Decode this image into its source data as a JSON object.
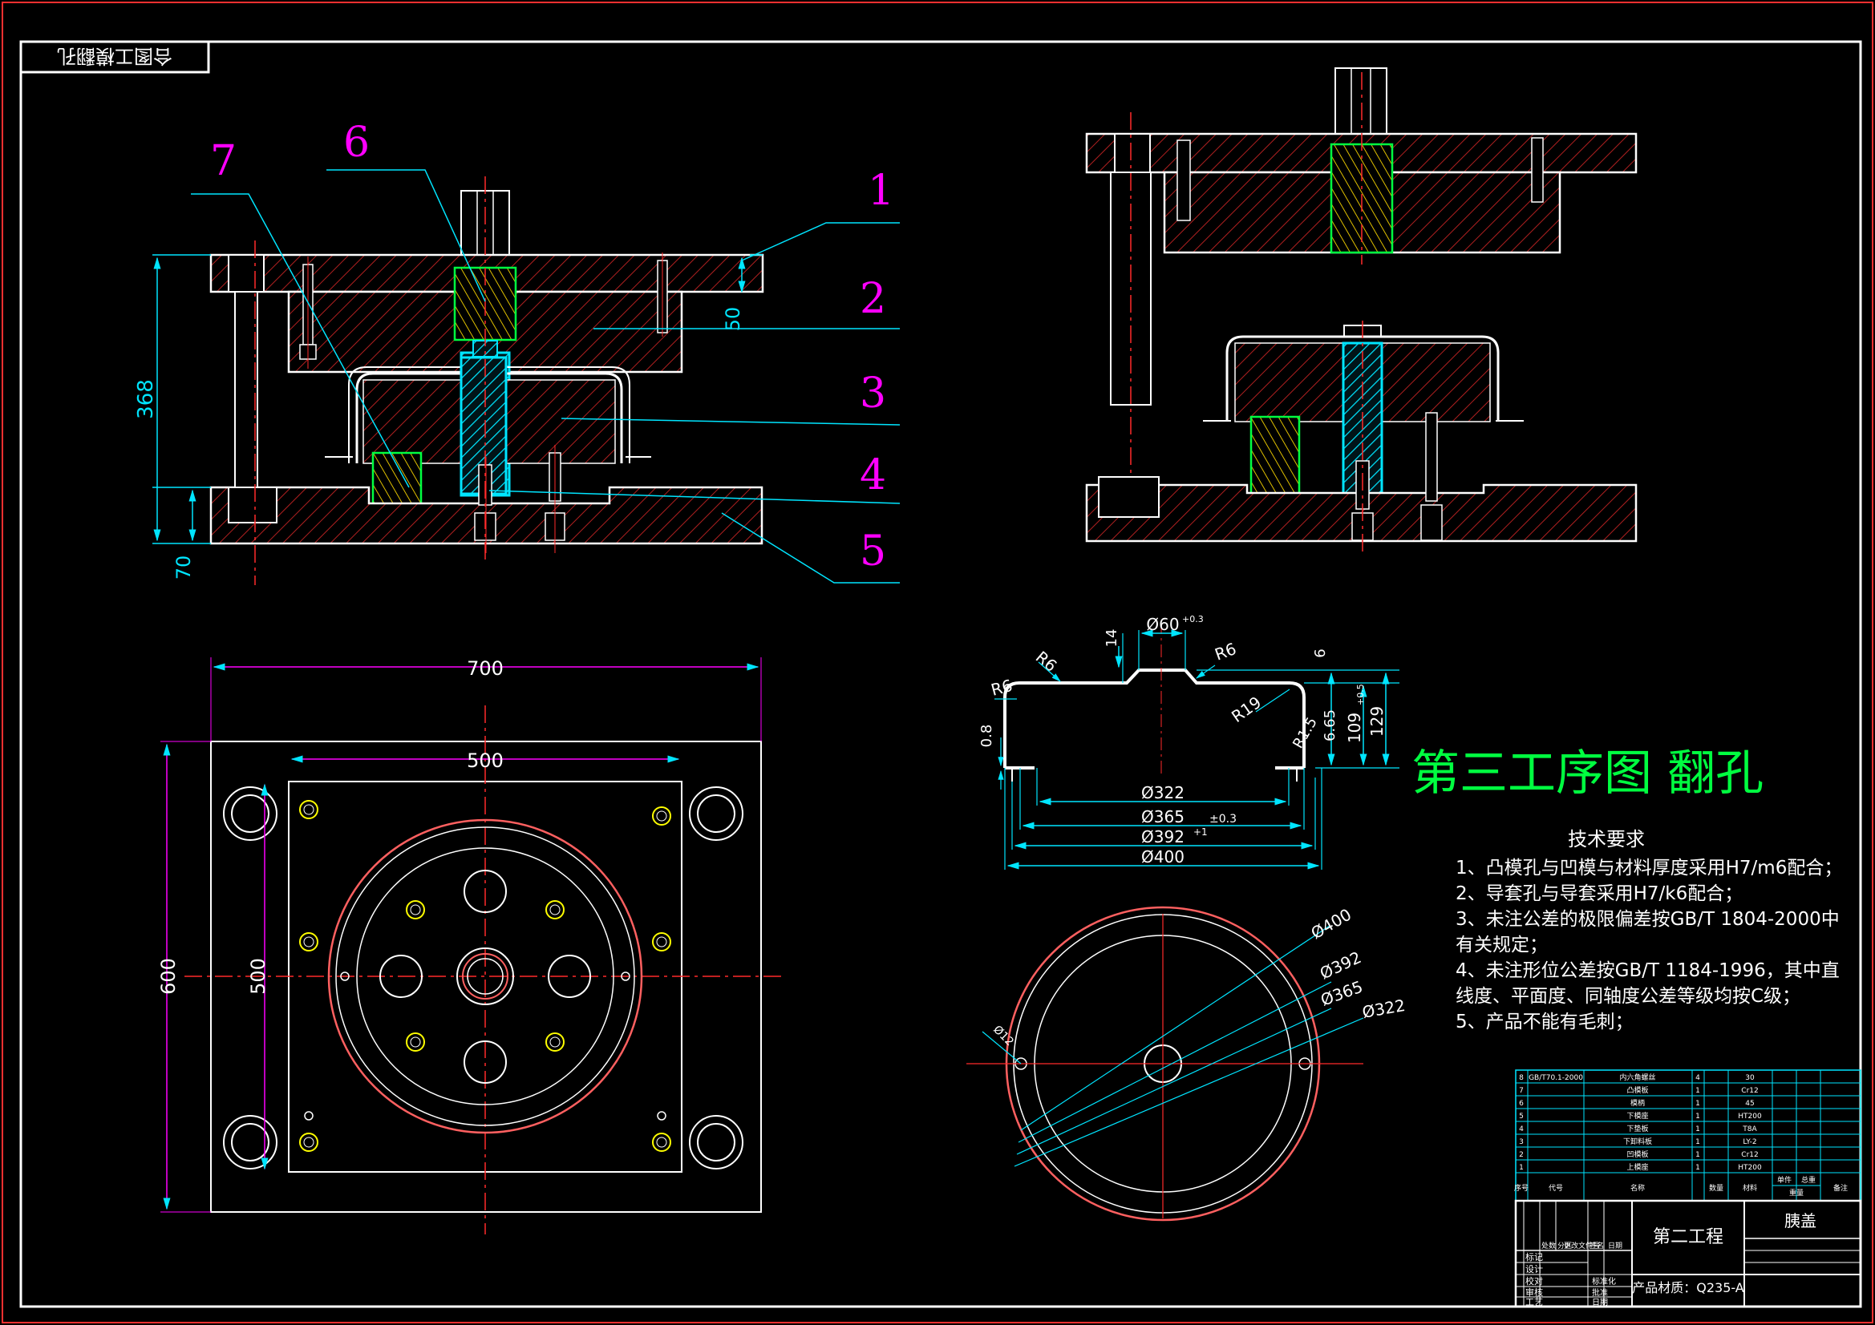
{
  "colors": {
    "background": "#000000",
    "line": "#ffffff",
    "dimension": "#00e5ff",
    "callout": "#ff00ff",
    "center": "#ff2a2a",
    "green": "#00ff40",
    "yellow": "#ffff00",
    "hatch": "#ff3030",
    "part_red": "#ff6060"
  },
  "drawing": {
    "corner_label": "合图工模翻孔",
    "title": "第三工序图 翻孔"
  },
  "front_view": {
    "callouts": [
      "1",
      "2",
      "3",
      "4",
      "5",
      "6",
      "7"
    ],
    "dim_height": "368",
    "dim_top_plate": "50",
    "dim_bottom_plate": "70"
  },
  "plan_view": {
    "dim_width_outer": "700",
    "dim_width_inner": "500",
    "dim_height_outer": "600",
    "dim_height_inner": "500"
  },
  "part_section": {
    "dims": {
      "r6_a": "R6",
      "r6_b": "R6",
      "r6_c": "R6",
      "r19": "R19",
      "r1": "R1.5",
      "d60": "Ø60",
      "d60_tol": "+0.3",
      "h14": "14",
      "h6": "6",
      "thick": "0.8",
      "h65": "6.65",
      "h109": "109",
      "h109_tol": "+0.5",
      "h129": "129",
      "d322": "Ø322",
      "d365": "Ø365",
      "d365_tol": "±0.3",
      "d392": "Ø392",
      "d392_tol": "+1",
      "d400": "Ø400"
    }
  },
  "part_plan": {
    "dims": [
      "Ø400",
      "Ø392",
      "Ø365",
      "Ø322"
    ],
    "hole_label": "Ø12"
  },
  "requirements": {
    "heading": "技术要求",
    "items": [
      "1、凸模孔与凹模与材料厚度采用H7/m6配合；",
      "2、导套孔与导套采用H7/k6配合；",
      "3、未注公差的极限偏差按GB/T 1804-2000中",
      "    有关规定；",
      "4、未注形位公差按GB/T 1184-1996，其中直",
      "    线度、平面度、同轴度公差等级均按C级；",
      "5、产品不能有毛刺；"
    ]
  },
  "bom": {
    "rows": [
      {
        "no": "8",
        "code": "GB/T70.1-2000",
        "name": "内六角螺丝",
        "qty": "4",
        "material": "30"
      },
      {
        "no": "7",
        "code": "",
        "name": "凸模板",
        "qty": "1",
        "material": "Cr12"
      },
      {
        "no": "6",
        "code": "",
        "name": "模柄",
        "qty": "1",
        "material": "45"
      },
      {
        "no": "5",
        "code": "",
        "name": "下模座",
        "qty": "1",
        "material": "HT200"
      },
      {
        "no": "4",
        "code": "",
        "name": "下垫板",
        "qty": "1",
        "material": "T8A"
      },
      {
        "no": "3",
        "code": "",
        "name": "下卸料板",
        "qty": "1",
        "material": "LY-2"
      },
      {
        "no": "2",
        "code": "",
        "name": "凹模板",
        "qty": "1",
        "material": "Cr12"
      },
      {
        "no": "1",
        "code": "",
        "name": "上模座",
        "qty": "1",
        "material": "HT200"
      }
    ],
    "header": {
      "no": "序号",
      "code": "代号",
      "name": "名称",
      "qty": "数量",
      "material": "材料",
      "unit_weight": "单件",
      "total_weight": "总重",
      "weight": "重量",
      "remark": "备注"
    }
  },
  "title_block": {
    "process": "第二工程",
    "product": "胰盖",
    "material_label": "产品材质：Q235-A",
    "rows_left": [
      "标记",
      "设计",
      "校对",
      "审核",
      "工艺"
    ],
    "col_labels": [
      "处数",
      "分区",
      "更改文件号",
      "签名",
      "日期"
    ],
    "mid_labels": [
      "标准化",
      "批准",
      "日期"
    ]
  }
}
